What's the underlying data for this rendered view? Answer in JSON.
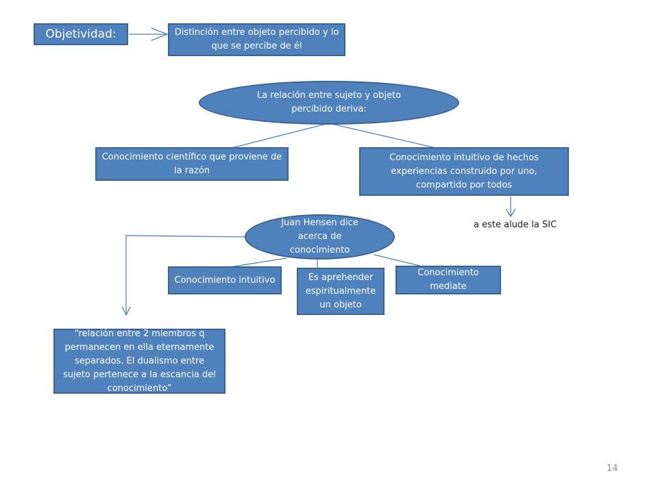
{
  "objetividad": {
    "label": "Objetividad:",
    "definicion": "Distinción  entre objeto percibido  y lo que se percibe de  él"
  },
  "relacion": {
    "titulo": "La relación entre sujeto y objeto percibido deriva:",
    "cientifico": "Conocimiento  científico que proviene de la razón",
    "intuitivo": "Conocimiento intuitivo de hechos experiencias construido por uno, compartido por todos",
    "nota": "a este alude la SIC"
  },
  "hensen": {
    "titulo": "Juan Hensen dice acerca de conocimiento",
    "intuitivo": "Conocimiento intuitivo",
    "aprehender": "Es aprehender espiritualmente un objeto",
    "mediate": "Conocimiento mediate"
  },
  "cita": "“relación entre 2 miembros q permanecen en ella eternamente separados. El dualismo entre sujeto pertenece a la escancia del conocimiento”",
  "page_number": "14",
  "colors": {
    "fill": "#4f81bd",
    "border": "#3a6394",
    "connector": "#4f81bd",
    "text": "#ffffff"
  }
}
